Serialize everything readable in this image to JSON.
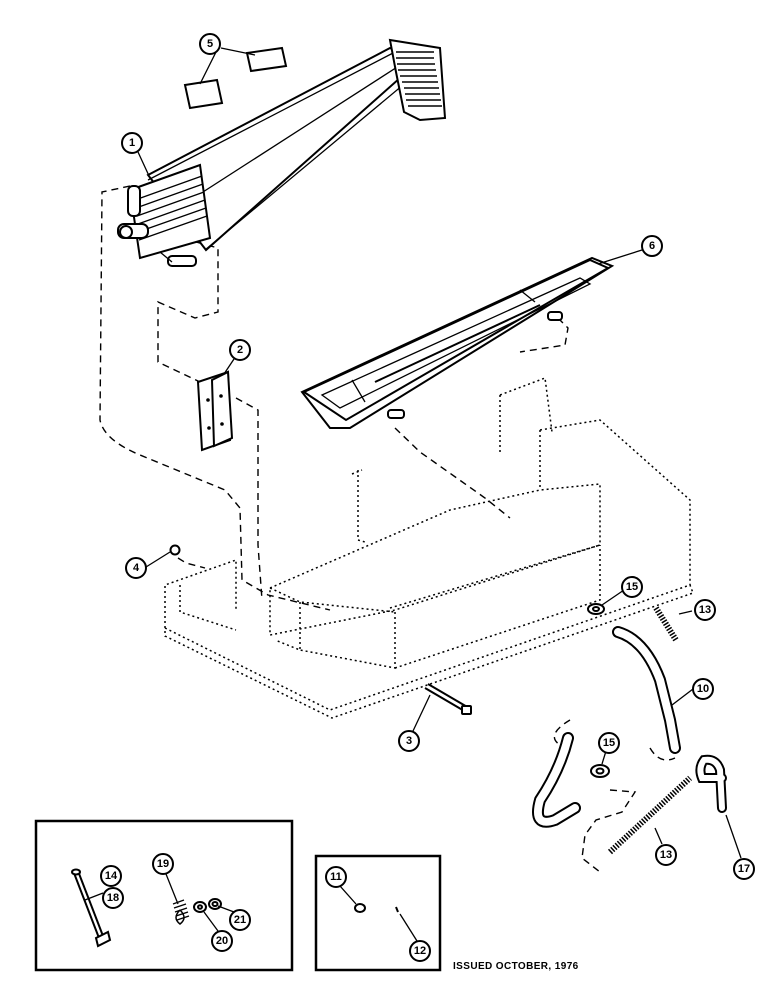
{
  "callouts": {
    "c1": "1",
    "c2": "2",
    "c3": "3",
    "c4": "4",
    "c5": "5",
    "c6": "6",
    "c10": "10",
    "c11": "11",
    "c12": "12",
    "c13a": "13",
    "c13b": "13",
    "c14": "14",
    "c15a": "15",
    "c15b": "15",
    "c17": "17",
    "c18": "18",
    "c19": "19",
    "c20": "20",
    "c21": "21"
  },
  "footer": {
    "issued": "ISSUED OCTOBER, 1976"
  }
}
